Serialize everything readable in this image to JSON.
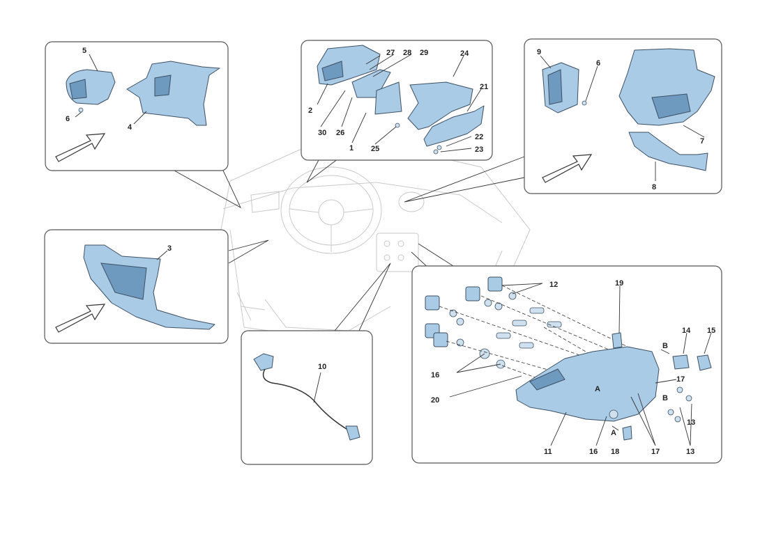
{
  "labels": {
    "p1": [
      "5",
      "6",
      "4"
    ],
    "p2": [
      "27",
      "28",
      "29",
      "24",
      "21",
      "2",
      "30",
      "26",
      "1",
      "25",
      "22",
      "23"
    ],
    "p3": [
      "9",
      "6",
      "7",
      "8"
    ],
    "p4": [
      "3"
    ],
    "p5": [
      "10"
    ],
    "p6": [
      "12",
      "19",
      "14",
      "15",
      "B",
      "17",
      "16",
      "20",
      "A",
      "B",
      "13",
      "11",
      "16",
      "A",
      "18",
      "17",
      "13"
    ]
  }
}
